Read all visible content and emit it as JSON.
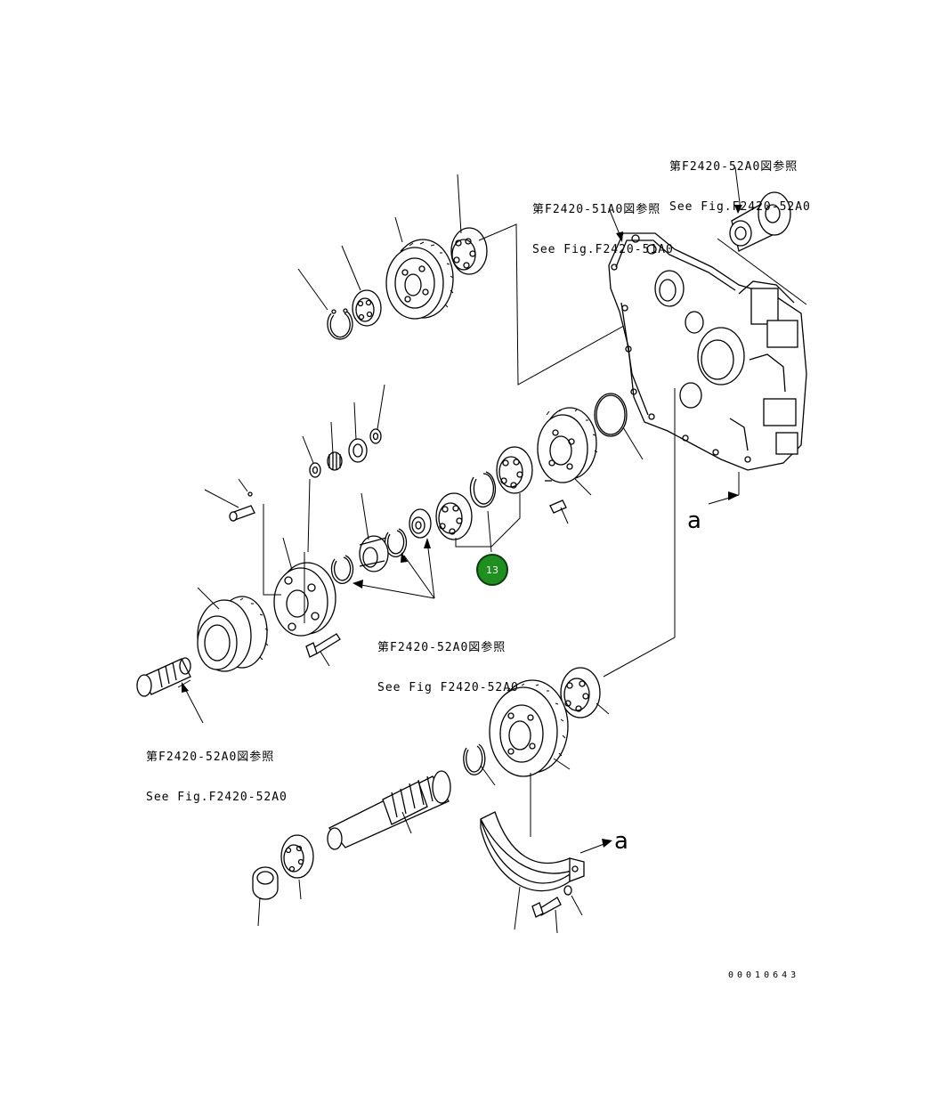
{
  "references": [
    {
      "jp": "第F2420-52A0図参照",
      "en": "See Fig.F2420-52A0"
    },
    {
      "jp": "第F2420-51A0図参照",
      "en": "See Fig.F2420-51A0"
    },
    {
      "jp": "第F2420-52A0図参照",
      "en": "See Fig F2420-52A0"
    },
    {
      "jp": "第F2420-52A0図参照",
      "en": "See Fig.F2420-52A0"
    }
  ],
  "arrow_labels": [
    "a",
    "a"
  ],
  "callout": {
    "number": "13",
    "color": "#1f8f1f"
  },
  "document_number": "00010643"
}
